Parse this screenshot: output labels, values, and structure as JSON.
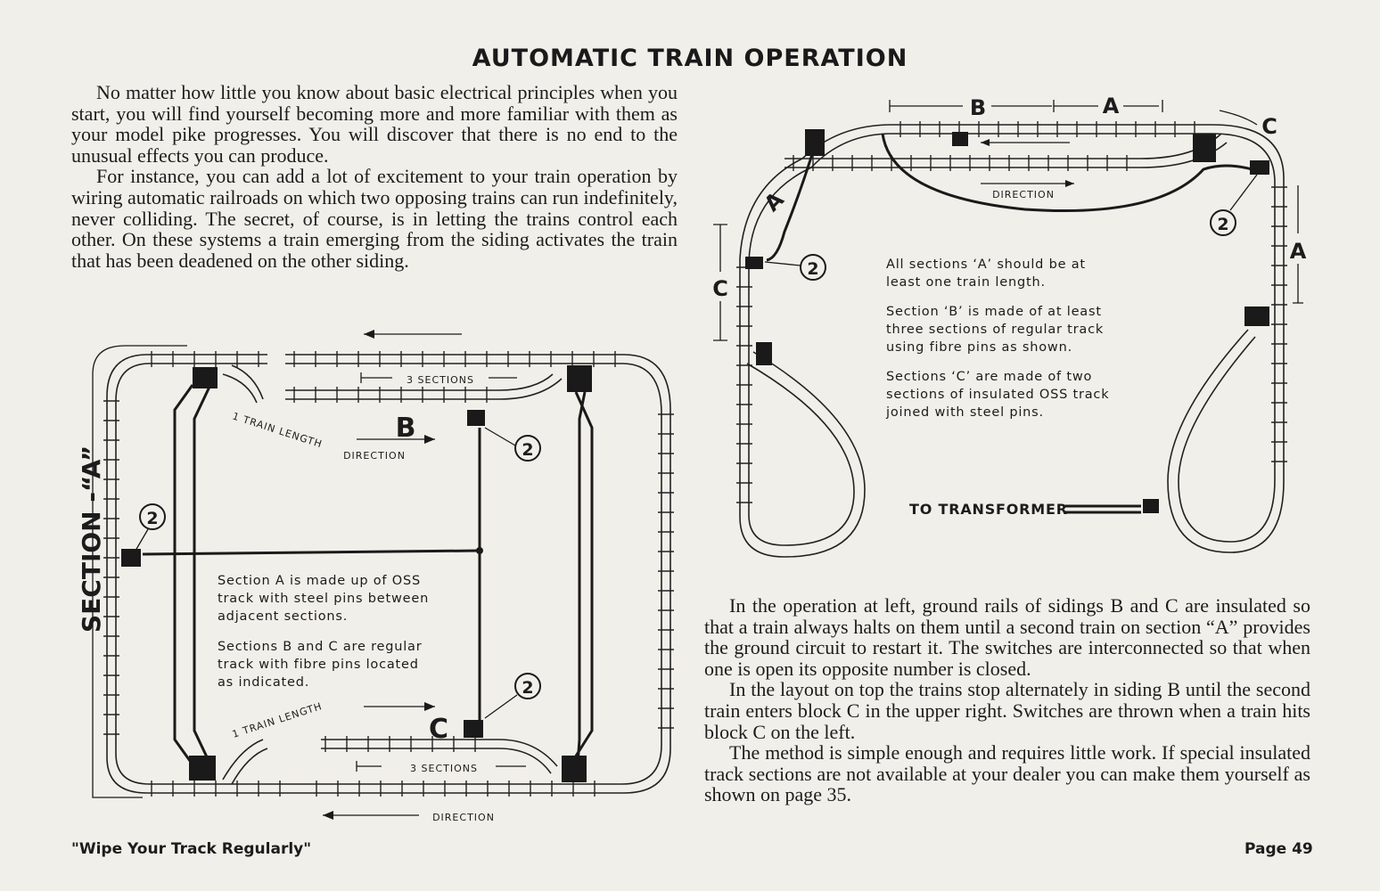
{
  "title": "AUTOMATIC TRAIN OPERATION",
  "left_paragraphs": [
    "No matter how little you know about basic electrical principles when you start, you will find yourself becoming more and more familiar with them as your model pike progresses. You will discover that there is no end to the unusual effects you can produce.",
    "For instance, you can add a lot of excitement to your train operation by wiring automatic railroads on which two opposing trains can run indefinitely, never colliding. The secret, of course, is in letting the trains control each other. On these systems a train emerging from the siding activates the train that has been deadened on the other siding."
  ],
  "right_paragraphs": [
    "In the operation at left, ground rails of sidings B and C are insulated so that a train always halts on them until a second train on section “A” provides the ground circuit to restart it. The switches are interconnected so that when one is open its opposite number is closed.",
    "In the layout on top the trains stop alternately in siding B until the second train enters block C in the upper right. Switches are thrown when a train hits block C on the left.",
    "The method is simple enough and requires little work. If special insulated track sections are not available at your dealer you can make them yourself as shown on page 35."
  ],
  "diagram_left": {
    "section_label": "SECTION -“A”",
    "label_b": "B",
    "label_c": "C",
    "three_sections_top": "3 SECTIONS",
    "three_sections_bottom": "3 SECTIONS",
    "train_length_top": "1 TRAIN LENGTH",
    "train_length_bottom": "1 TRAIN LENGTH",
    "direction_top": "DIRECTION",
    "direction_bottom": "DIRECTION",
    "callout": "2",
    "note_lines_1": [
      "Section A is made up of OSS",
      "track with steel pins between",
      "adjacent sections."
    ],
    "note_lines_2": [
      "Sections B and C are regular",
      "track with fibre pins located",
      "as indicated."
    ]
  },
  "diagram_right": {
    "label_a": "A",
    "label_b": "B",
    "label_c": "C",
    "direction": "DIRECTION",
    "callout": "2",
    "to_transformer": "TO TRANSFORMER",
    "note_lines_1": [
      "All sections ‘A’ should be at",
      "least one train length."
    ],
    "note_lines_2": [
      "Section ‘B’ is made of at least",
      "three sections of regular track",
      "using fibre pins as shown."
    ],
    "note_lines_3": [
      "Sections ‘C’ are made of two",
      "sections of insulated OSS track",
      "joined with steel pins."
    ]
  },
  "footer": {
    "slogan": "\"Wipe Your Track Regularly\"",
    "page": "Page 49"
  }
}
